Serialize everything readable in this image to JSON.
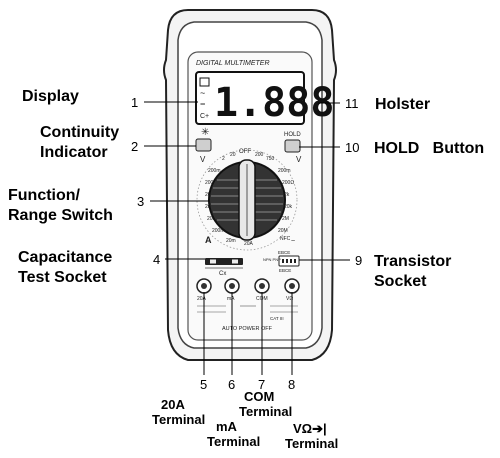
{
  "callouts": {
    "display": "Display",
    "continuity_1": "Continuity",
    "continuity_2": "Indicator",
    "function_1": "Function/",
    "function_2": "Range Switch",
    "capacitance_1": "Capacitance",
    "capacitance_2": "Test Socket",
    "holster": "Holster",
    "hold_button": "HOLD   Button",
    "transistor_1": "Transistor",
    "transistor_2": "Socket",
    "term_20a_1": "20A",
    "term_20a_2": "Terminal",
    "term_ma_1": "mA",
    "term_ma_2": "Terminal",
    "term_com_1": "COM",
    "term_com_2": "Terminal",
    "term_v_1": "VΩ➔|",
    "term_v_2": "Terminal"
  },
  "numbers": {
    "n1": "1",
    "n2": "2",
    "n3": "3",
    "n4": "4",
    "n5": "5",
    "n6": "6",
    "n7": "7",
    "n8": "8",
    "n9": "9",
    "n10": "10",
    "n11": "11"
  },
  "device": {
    "brand_text": "DIGITAL MULTIMETER",
    "display_value": "1.888",
    "hold_label": "HOLD",
    "off_label": "OFF",
    "cx_label": "Cx",
    "nfc_label": "NFC",
    "transistor_label": "NPN PNP",
    "ebce_top": "EBCE",
    "ebce_bottom": "EBCE",
    "jack_20a": "20A",
    "jack_ma": "mA",
    "jack_com": "COM",
    "jack_v": "VΩ",
    "cat_label": "CAT III",
    "auto_power_off": "AUTO POWER OFF"
  }
}
